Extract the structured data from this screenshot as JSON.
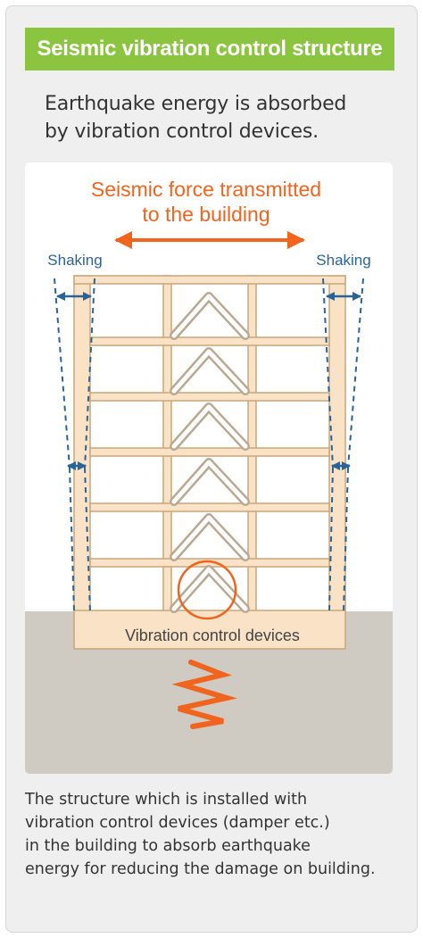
{
  "title": "Seismic vibration control structure",
  "subtitle_lines": [
    "Earthquake energy is absorbed",
    "by vibration control devices."
  ],
  "diagram": {
    "force_label_lines": [
      "Seismic force transmitted",
      "to the building"
    ],
    "shaking_left": "Shaking",
    "shaking_right": "Shaking",
    "device_label": "Vibration control devices"
  },
  "caption_lines": [
    "The structure which is installed with",
    "vibration control devices (damper etc.)",
    "in the building to absorb earthquake",
    "energy for reducing the damage on building."
  ],
  "colors": {
    "accent_green": "#8bc53f",
    "force_orange": "#f0641e",
    "shaking_blue": "#2a6496",
    "frame_fill": "#f9e2c6",
    "frame_stroke": "#c9a678",
    "ground": "#cfcbc3"
  }
}
